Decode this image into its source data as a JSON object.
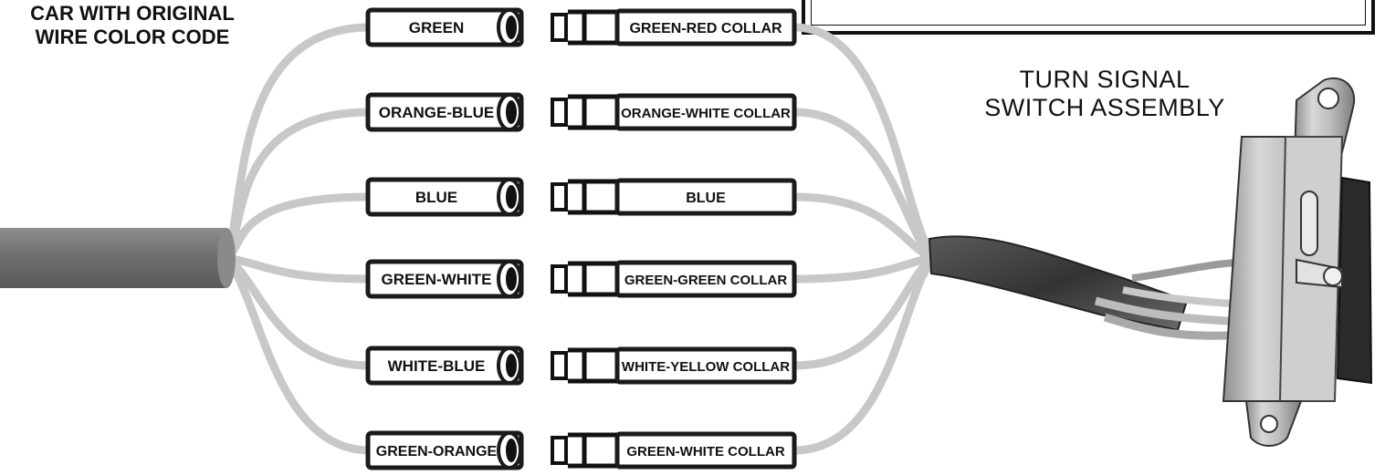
{
  "headings": {
    "car_line1": "CAR WITH ORIGINAL",
    "car_line2": "WIRE COLOR CODE",
    "switch_line1": "TURN SIGNAL",
    "switch_line2": "SWITCH ASSEMBLY"
  },
  "car_wires": [
    "GREEN",
    "ORANGE-BLUE",
    "BLUE",
    "GREEN-WHITE",
    "WHITE-BLUE",
    "GREEN-ORANGE"
  ],
  "switch_wires": [
    "GREEN-RED COLLAR",
    "ORANGE-WHITE COLLAR",
    "BLUE",
    "GREEN-GREEN COLLAR",
    "WHITE-YELLOW COLLAR",
    "GREEN-WHITE COLLAR"
  ],
  "colors": {
    "wire": "#c8c8c8",
    "cable": "#7a7a7a",
    "connector_border": "#1a1a1a",
    "switch_metal": "#b9b9b9",
    "wrap": "#4a4a4a"
  }
}
